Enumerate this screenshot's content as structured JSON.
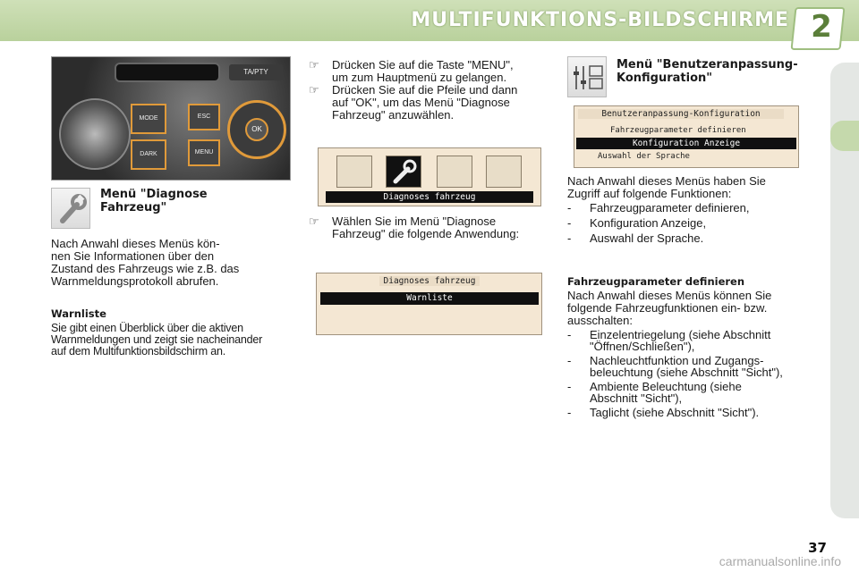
{
  "header": {
    "title": "MULTIFUNKTIONS-BILDSCHIRME",
    "chapter": "2"
  },
  "photo": {
    "ta_label": "TA/PTY",
    "mode_label": "MODE",
    "dark_label": "DARK",
    "esc_label": "ESC",
    "menu_label": "MENU",
    "ok_label": "OK"
  },
  "left": {
    "heading": "Menü \"Diagnose Fahrzeug\"",
    "heading_line1": "Menü \"Diagnose",
    "heading_line2": "Fahrzeug\"",
    "para_lines": [
      "Nach Anwahl dieses Menüs kön-",
      "nen Sie Informationen über den",
      "Zustand des Fahrzeugs wie z.B. das",
      "Warnmeldungsprotokoll abrufen."
    ],
    "warnliste_heading": "Warnliste",
    "warnliste_lines": [
      "Sie gibt einen Überblick über die aktiven",
      "Warnmeldungen und zeigt sie nacheinander",
      "auf dem Multifunktionsbildschirm an."
    ]
  },
  "middle": {
    "bullet1_lines": [
      "Drücken Sie auf die Taste \"MENU\",",
      "um zum Hauptmenü zu gelangen."
    ],
    "bullet2_lines": [
      "Drücken Sie auf die Pfeile und dann",
      "auf \"OK\", um das Menü \"Diagnose",
      "Fahrzeug\" anzuwählen."
    ],
    "bullet3_lines": [
      "Wählen Sie im Menü \"Diagnose",
      "Fahrzeug\" die folgende Anwendung:"
    ],
    "screen1_label": "Diagnoses fahrzeug",
    "screen2_title": "Diagnoses fahrzeug",
    "screen2_item": "Warnliste"
  },
  "right": {
    "heading_line1": "Menü \"Benutzeranpassung-",
    "heading_line2": "Konfiguration\"",
    "screen_title": "Benutzeranpassung-Konfiguration",
    "screen_items": [
      "Fahrzeugparameter definieren",
      "Konfiguration Anzeige",
      "Auswahl der Sprache"
    ],
    "intro_lines": [
      "Nach Anwahl dieses Menüs haben Sie",
      "Zugriff auf folgende Funktionen:"
    ],
    "functions": [
      "Fahrzeugparameter definieren,",
      "Konfiguration Anzeige,",
      "Auswahl der Sprache."
    ],
    "params_heading": "Fahrzeugparameter definieren",
    "params_intro_lines": [
      "Nach Anwahl dieses Menüs können Sie",
      "folgende Fahrzeugfunktionen ein- bzw.",
      "ausschalten:"
    ],
    "params_items": [
      [
        "Einzelentriegelung (siehe Abschnitt",
        "\"Öffnen/Schließen\"),"
      ],
      [
        "Nachleuchtfunktion und Zugangs-",
        "beleuchtung (siehe Abschnitt \"Sicht\"),"
      ],
      [
        "Ambiente Beleuchtung (siehe",
        "Abschnitt \"Sicht\"),"
      ],
      [
        "Taglicht (siehe Abschnitt \"Sicht\")."
      ]
    ]
  },
  "footer": {
    "page_number": "37",
    "watermark": "carmanualsonline.info"
  }
}
